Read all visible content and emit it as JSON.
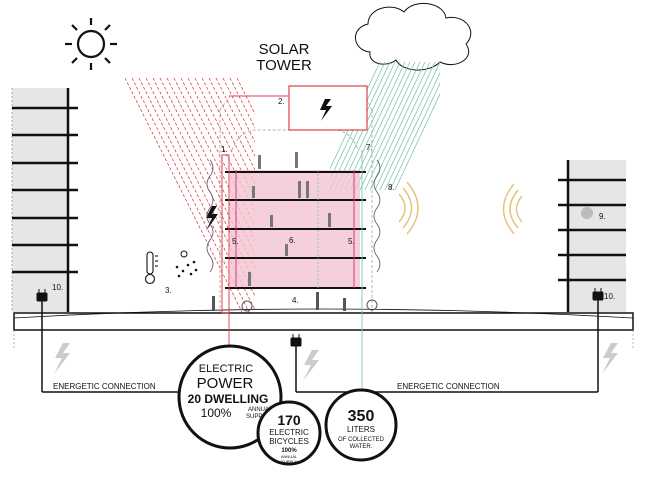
{
  "title": {
    "line1": "SOLAR",
    "line2": "TOWER"
  },
  "markers": {
    "m1": "1.",
    "m2": "2.",
    "m3": "3.",
    "m4": "4.",
    "m5a": "5.",
    "m5b": "5.",
    "m6": "6.",
    "m7": "7.",
    "m8": "8.",
    "m9": "9.",
    "m10a": "10.",
    "m10b": "10."
  },
  "connections": {
    "left": "ENERGETIC CONNECTION",
    "right": "ENERGETIC CONNECTION"
  },
  "power_circle": {
    "line1": "ELECTRIC",
    "line2": "POWER",
    "line3": "20 DWELLING",
    "percent": "100%",
    "sub1": "ANNUAL",
    "sub2": "SUPPLY"
  },
  "bicycles_circle": {
    "number": "170",
    "line1": "ELECTRIC",
    "line2": "BICYCLES",
    "percent": "100%",
    "sub1": "ANNUAL",
    "sub2": "SUPPLY"
  },
  "water_circle": {
    "number": "350",
    "line1": "LITERS",
    "line2": "OF COLLECTED",
    "line3": "WATER."
  },
  "colors": {
    "solar": "#e0404a",
    "rain": "#7cc7b5",
    "facade": "#f2c4d2",
    "building_gray": "#e6e6e6",
    "ink": "#111111"
  },
  "icons": [
    "sun-icon",
    "cloud-icon",
    "lightning-icon",
    "thermometer-icon",
    "wifi-wave-icon",
    "plug-icon"
  ]
}
